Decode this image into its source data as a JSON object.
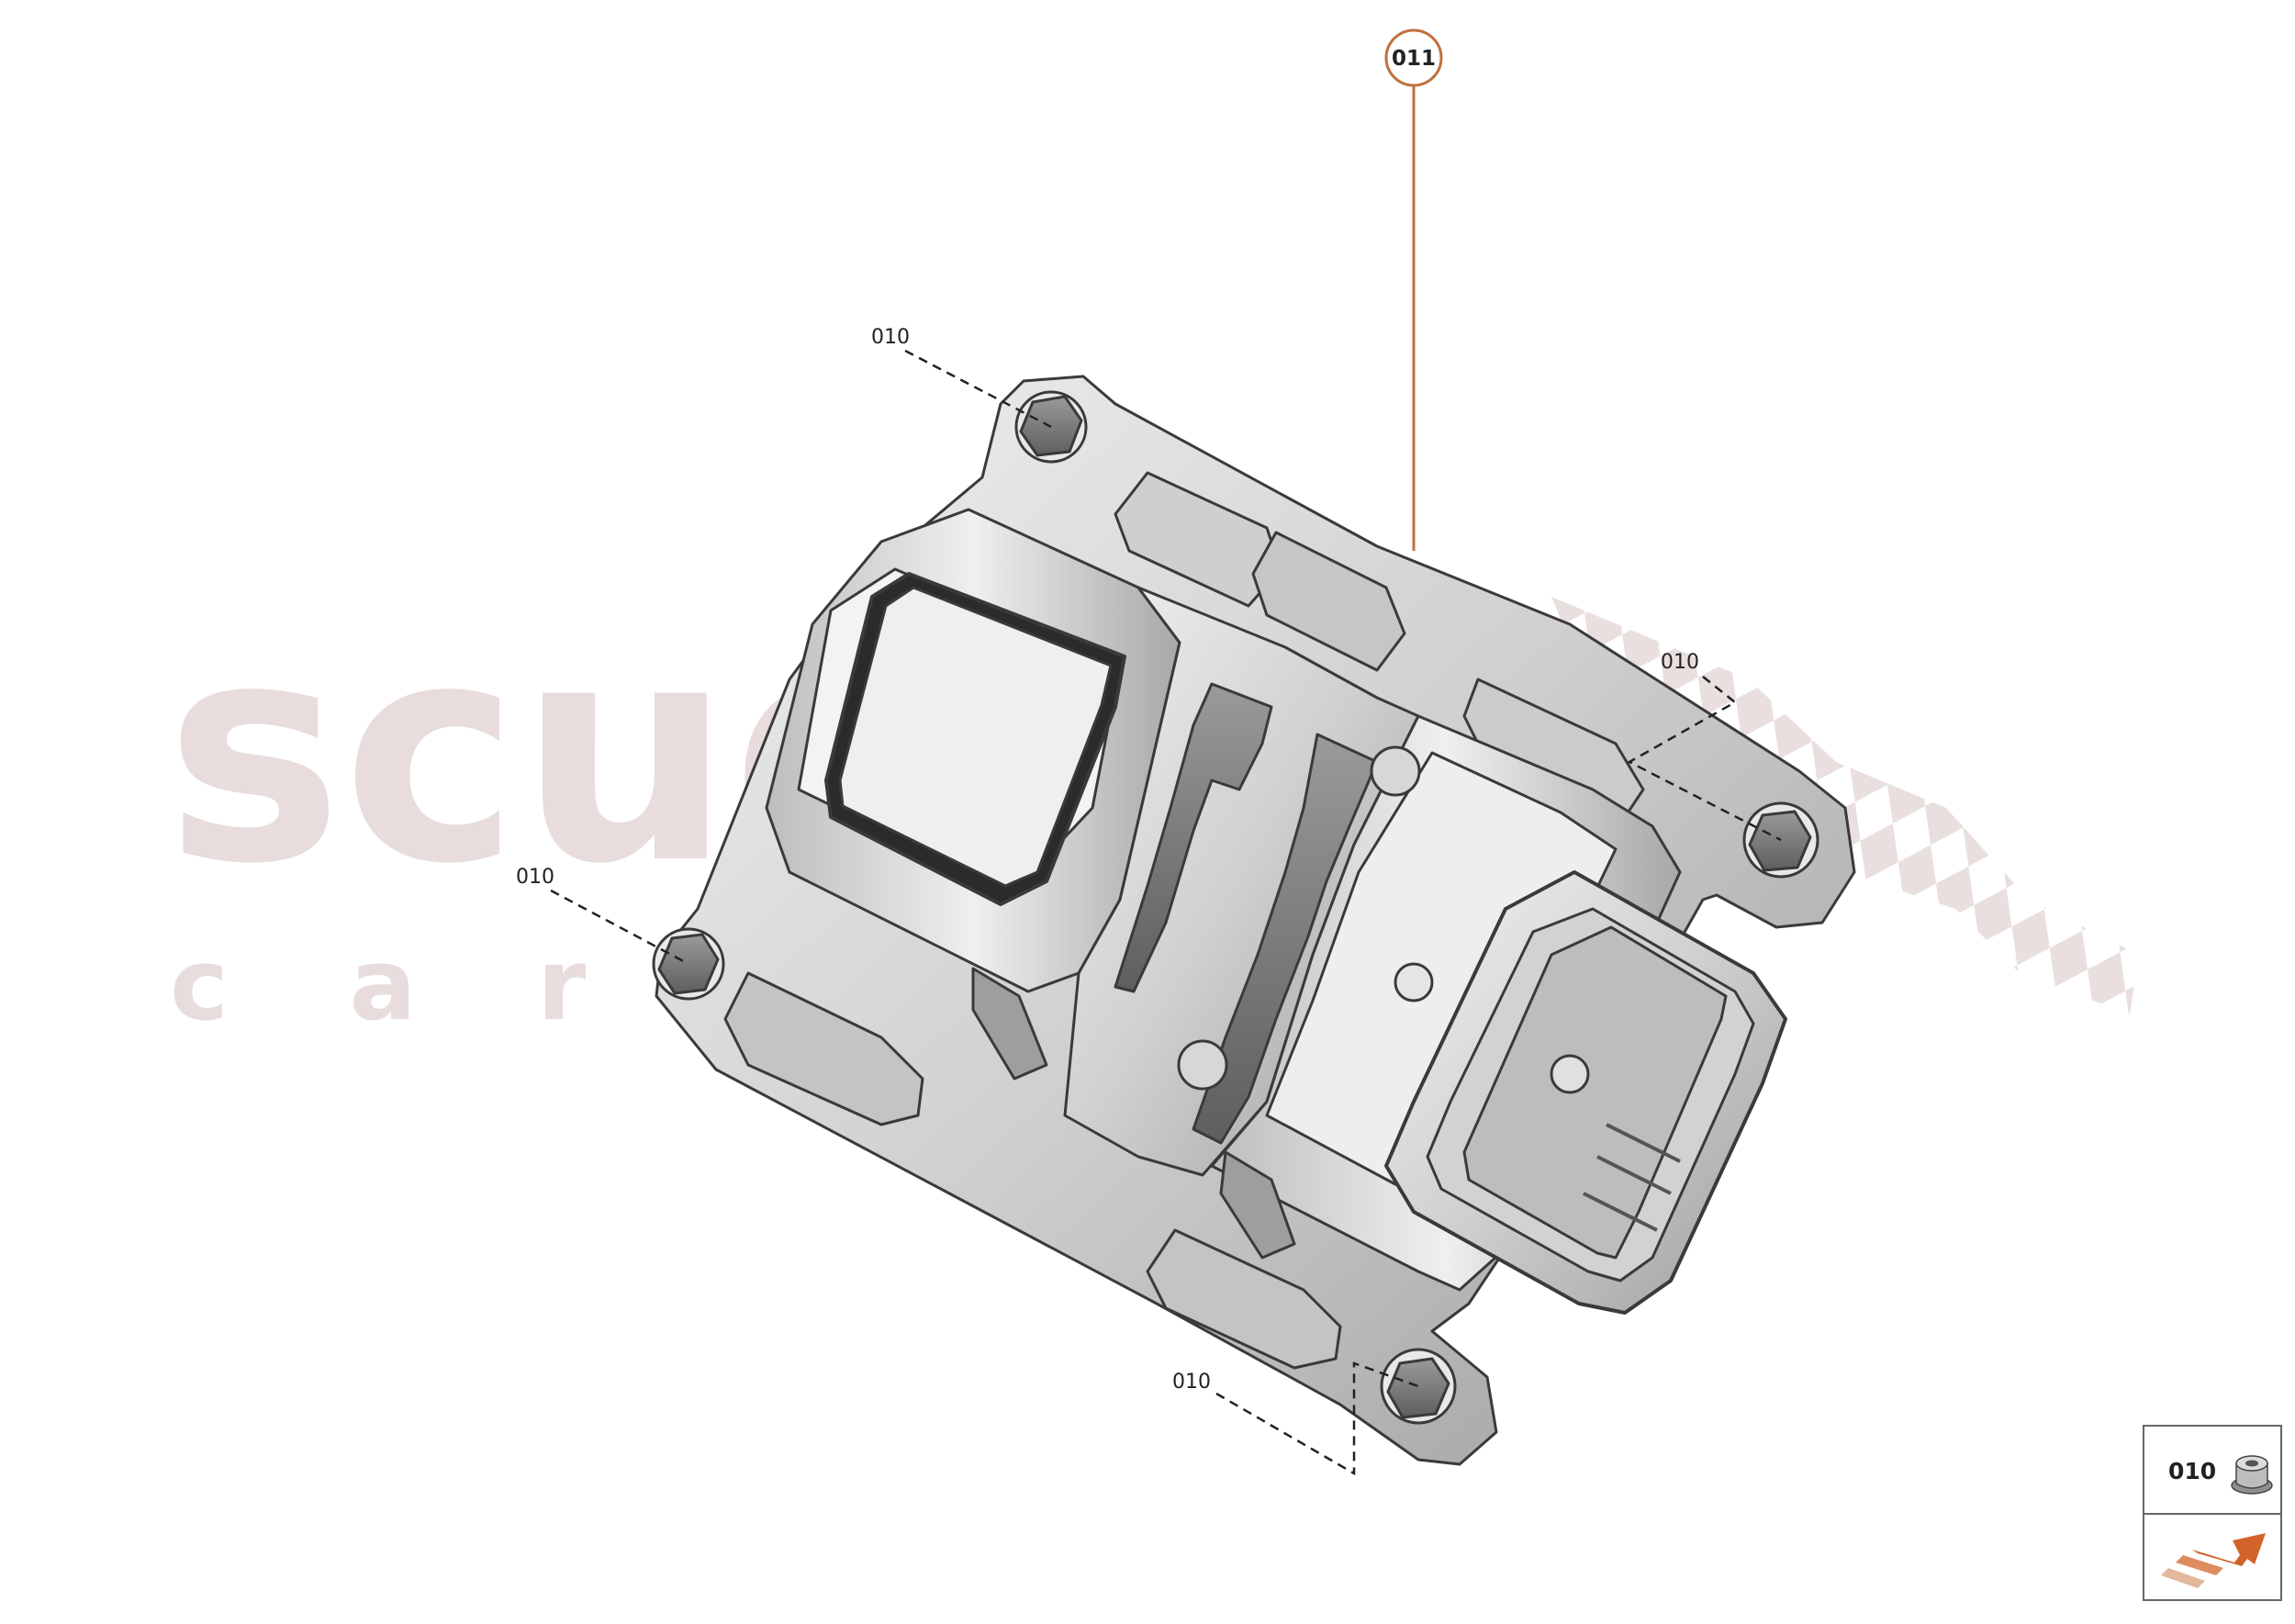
{
  "watermark": {
    "brand": "scuderia",
    "subline": "c a r   p a r t s",
    "color": "#e9dcdc",
    "accent_color": "#f4c9c9"
  },
  "callouts": {
    "main_part": "011",
    "fastener_top_left": "010",
    "fastener_left": "010",
    "fastener_right": "010",
    "fastener_bottom": "010"
  },
  "legend": {
    "part_code": "010",
    "part_icon": "flange-nut-icon",
    "next_icon": "next-page-arrow-icon"
  },
  "colors": {
    "main_callout": "#c0703c",
    "arrow": "#d3632a",
    "part_outline": "#3a3a3a",
    "part_fill": "#d8d8d8"
  }
}
